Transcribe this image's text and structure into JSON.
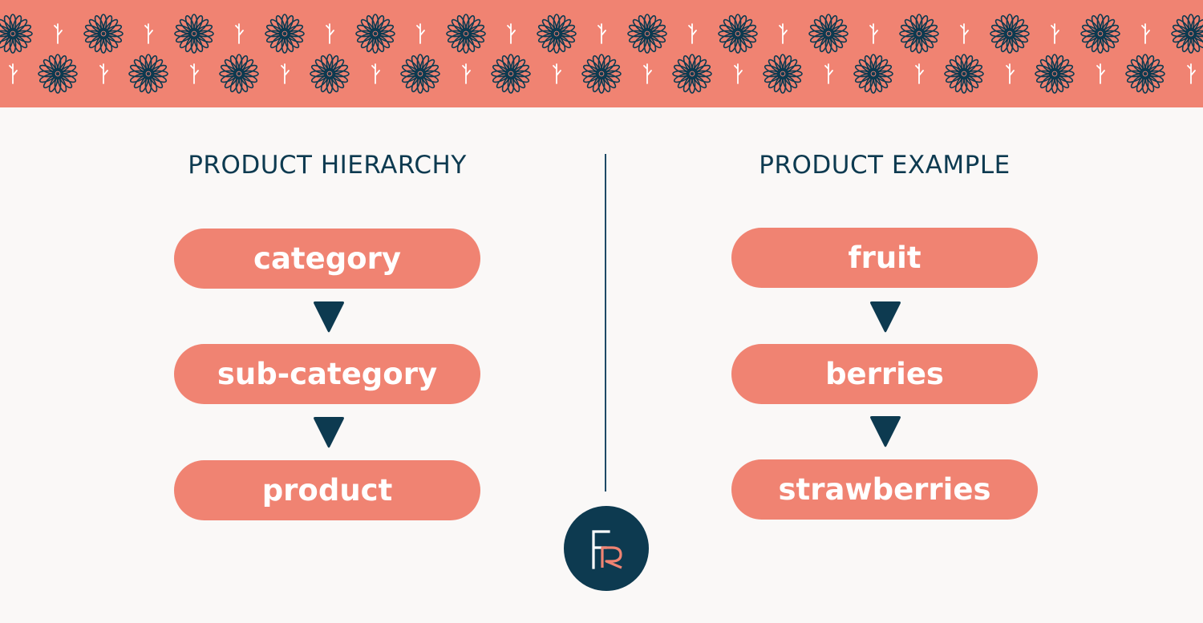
{
  "banner": {
    "color": "#f08372",
    "motif_color": "#0d3a50",
    "icons": [
      "flower-icon",
      "sprig-icon"
    ]
  },
  "columns": [
    {
      "title": "PRODUCT HIERARCHY",
      "items": [
        "category",
        "sub-category",
        "product"
      ]
    },
    {
      "title": "PRODUCT EXAMPLE",
      "items": [
        "fruit",
        "berries",
        "strawberries"
      ]
    }
  ],
  "logo": {
    "letters": "FR",
    "background": "#0d3a50",
    "accent": "#f08372"
  },
  "colors": {
    "pill": "#f08372",
    "arrow": "#0d3a50",
    "title": "#0d3a50"
  }
}
